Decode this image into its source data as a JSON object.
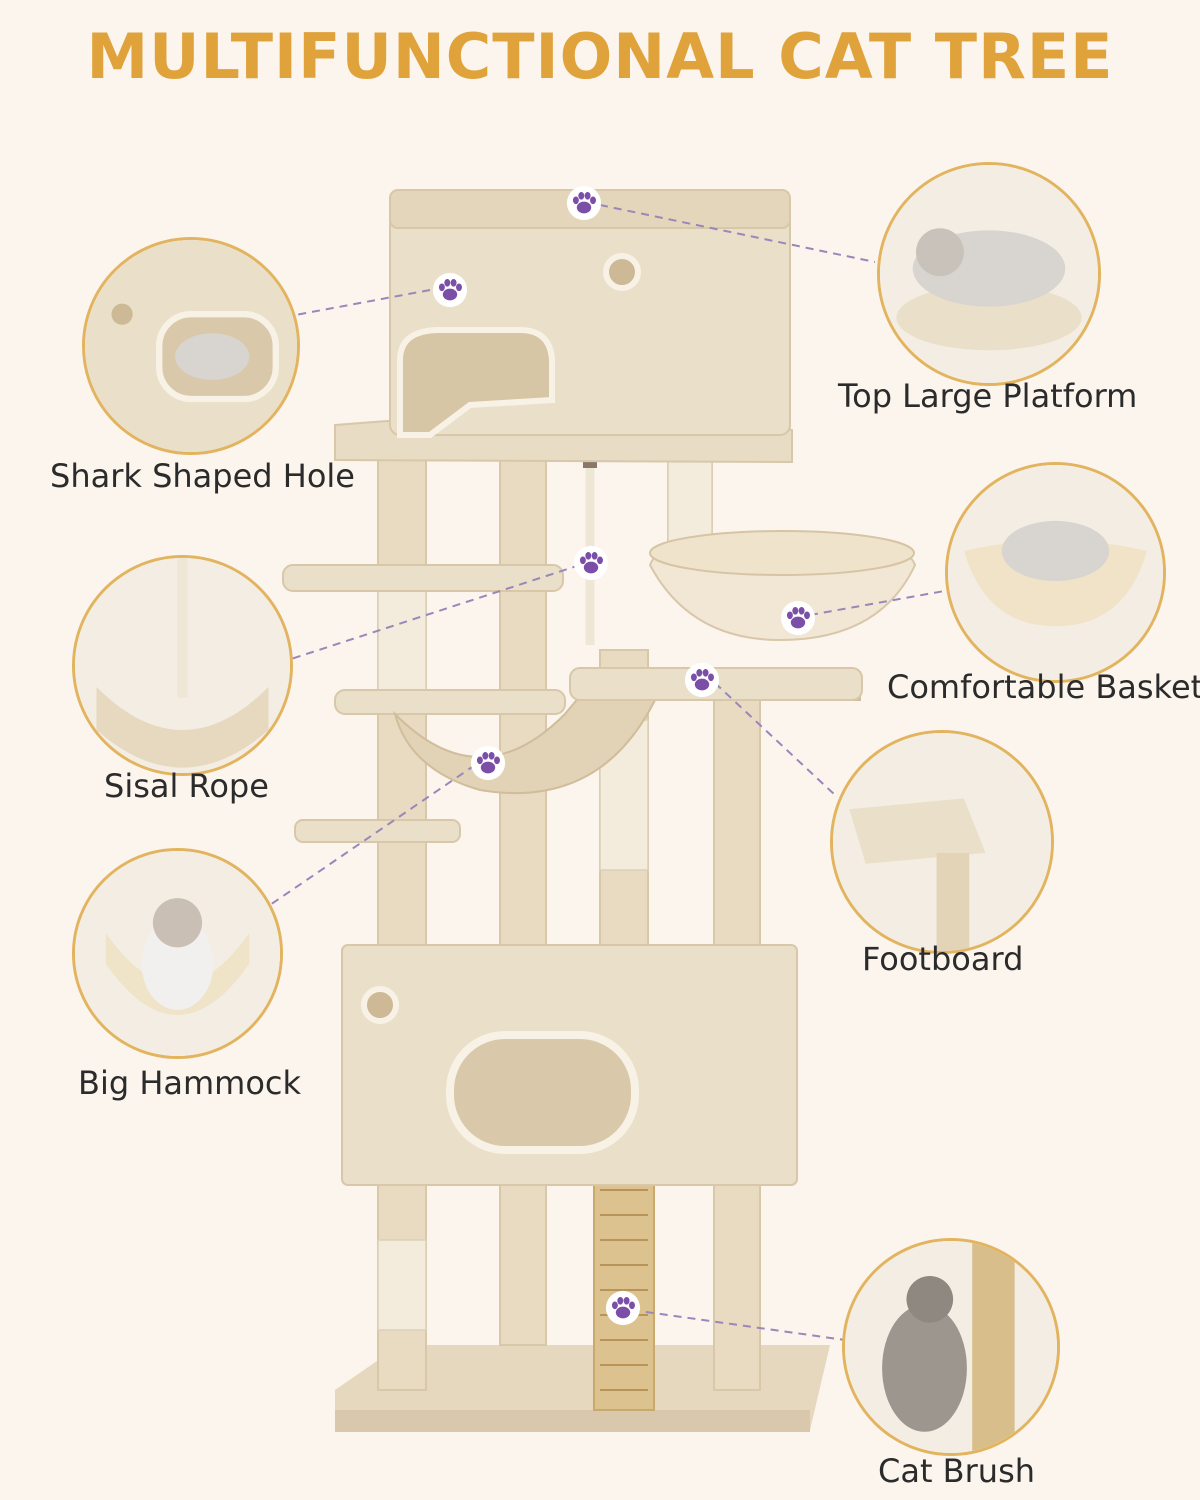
{
  "title": "MULTIFUNCTIONAL CAT TREE",
  "features": {
    "top_platform": "Top Large Platform",
    "shark_hole": "Shark Shaped Hole",
    "basket": "Comfortable Basket",
    "sisal_rope": "Sisal Rope",
    "footboard": "Footboard",
    "hammock": "Big Hammock",
    "brush": "Cat Brush"
  },
  "colors": {
    "title": "#e0a33c",
    "paw": "#7b4fa8",
    "accent_ring": "#e3b45f",
    "plush": "#e9dcc3"
  },
  "icons": [
    "paw-icon"
  ]
}
